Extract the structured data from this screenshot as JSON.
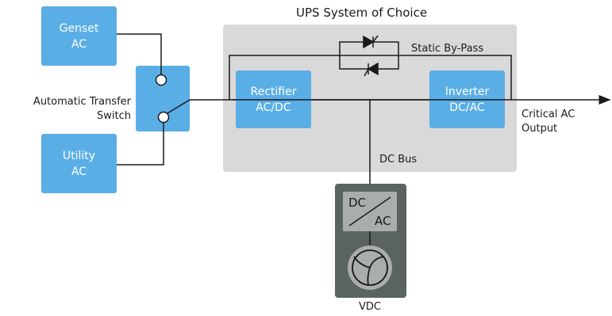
{
  "title": "UPS System of Choice",
  "sources": {
    "genset": {
      "line1": "Genset",
      "line2": "AC"
    },
    "utility": {
      "line1": "Utility",
      "line2": "AC"
    }
  },
  "ats_label": {
    "line1": "Automatic Transfer",
    "line2": "Switch"
  },
  "rectifier": {
    "line1": "Rectifier",
    "line2": "AC/DC"
  },
  "inverter": {
    "line1": "Inverter",
    "line2": "DC/AC"
  },
  "bypass_label": "Static By-Pass",
  "dc_bus_label": "DC Bus",
  "output_label": {
    "line1": "Critical AC",
    "line2": "Output"
  },
  "vdc": {
    "converter_top": "DC",
    "converter_bottom": "AC",
    "label": "VDC"
  },
  "colors": {
    "blue": "#5aaee6",
    "ups_panel": "#d9d9d9",
    "vdc_body": "#596461",
    "vdc_inner": "#a9aeac",
    "line": "#1a1a1a"
  }
}
